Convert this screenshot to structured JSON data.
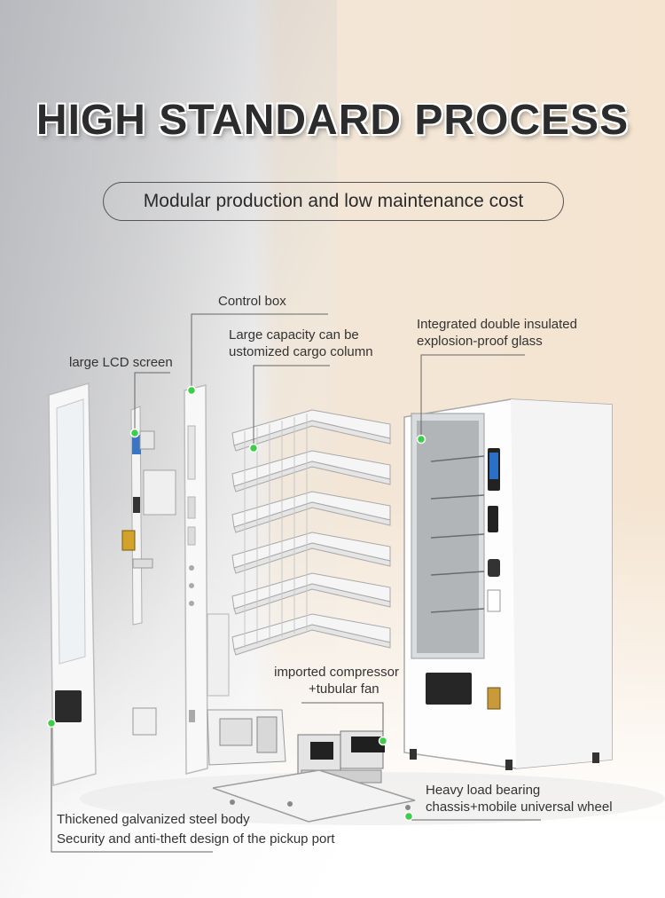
{
  "title": "HIGH STANDARD PROCESS",
  "subtitle": "Modular production and low maintenance cost",
  "callouts": {
    "control_box": "Control box",
    "lcd_screen": "large LCD screen",
    "cargo_column_1": "Large capacity can be",
    "cargo_column_2": "ustomized cargo column",
    "glass_1": "Integrated double insulated",
    "glass_2": "explosion-proof glass",
    "compressor_1": "imported compressor",
    "compressor_2": "+tubular fan",
    "chassis_1": "Heavy load bearing",
    "chassis_2": "chassis+mobile universal wheel",
    "steel_body": "Thickened galvanized steel body",
    "anti_theft": "Security and anti-theft design of the pickup port"
  },
  "colors": {
    "marker": "#3ecf4a",
    "text": "#333333",
    "heading": "#2c2c2c"
  }
}
